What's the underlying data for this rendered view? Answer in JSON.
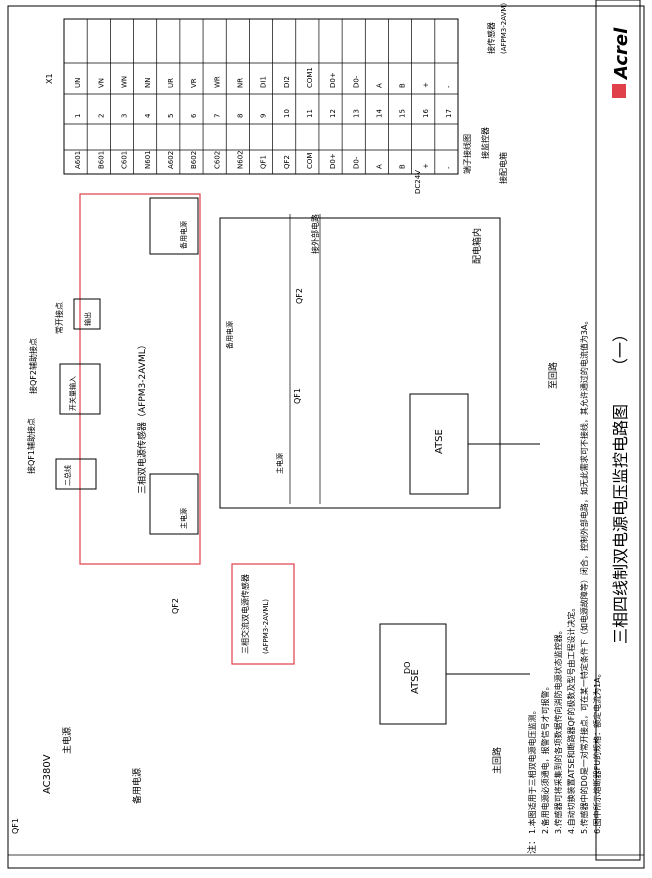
{
  "title_block": {
    "title": "三相四线制双电源电压监控电路图",
    "subtitle": "（一）",
    "logo": "Acrel"
  },
  "terminal_strip": {
    "label": "X1",
    "sensor_label": "接传感器",
    "sensor_model": "(AFPM3-2AVM)",
    "wiring_label": "端子接线图",
    "to_monitor": "接监控器",
    "to_power": "接配电箱",
    "dc24v": "DC24V",
    "external_circuit": "接外部电路",
    "rows": [
      [
        "A601",
        "1",
        "UN"
      ],
      [
        "B601",
        "2",
        "VN"
      ],
      [
        "C601",
        "3",
        "WN"
      ],
      [
        "N601",
        "4",
        "NN"
      ],
      [
        "A602",
        "5",
        "UR"
      ],
      [
        "B602",
        "6",
        "VR"
      ],
      [
        "C602",
        "7",
        "WR"
      ],
      [
        "N602",
        "8",
        "NR"
      ],
      [
        "QF1",
        "9",
        "DI1"
      ],
      [
        "QF2",
        "10",
        "DI2"
      ],
      [
        "COM",
        "11",
        "COM1"
      ],
      [
        "D0+",
        "12",
        "D0+"
      ],
      [
        "D0-",
        "13",
        "D0-"
      ],
      [
        "A",
        "14",
        "A"
      ],
      [
        "B",
        "15",
        "B"
      ],
      [
        "+",
        "16",
        "+"
      ],
      [
        "-",
        "17",
        "-"
      ]
    ]
  },
  "sensor_box": {
    "title": "三相双电源传感器（AFPM3-2AVML）",
    "main_source": "主电源",
    "backup_source": "备用电源",
    "bus": "二总线",
    "switch_input": "开关量输入",
    "do_output": "输出",
    "normally_open": "常开接点",
    "qf1_aux": "接QF1辅助接点",
    "qf2_aux": "接QF2辅助接点"
  },
  "cabinet": {
    "label": "配电箱内",
    "atse": "ATSE",
    "main_power": "主电源",
    "backup_power": "备用电源",
    "qf1": "QF1",
    "qf2": "QF2",
    "load_label": "至回路"
  },
  "lower": {
    "ac380v": "AC380V",
    "main_power": "主电源",
    "backup_power": "备用电源",
    "atse": "ATSE",
    "sensor_title": "三相交流双电源传感器",
    "sensor_model": "(AFPM3-2AVML)",
    "do": "DO",
    "qf1": "QF1",
    "qf2": "QF2",
    "main_circuit": "主回路"
  },
  "notes": {
    "heading": "注：",
    "lines": [
      "1.本图适用于三相双电源电压监测。",
      "2.备用电源必须通电，报警信号才可报警。",
      "3.传感器可将采集到的各项数据传向消防电源状态监控器。",
      "4.自动切换装置ATSE和断路器QF的极数及型号由工程设计决定。",
      "5.传感器中的D0是一对常开接点，可在某一特定条件下（如电源故障等）闭合，控制外部电路，如无此需求可不接线，其允许通过的电流值为3A。",
      "6.图中所示熔断器FU的规格：额定电流为1A。"
    ]
  }
}
